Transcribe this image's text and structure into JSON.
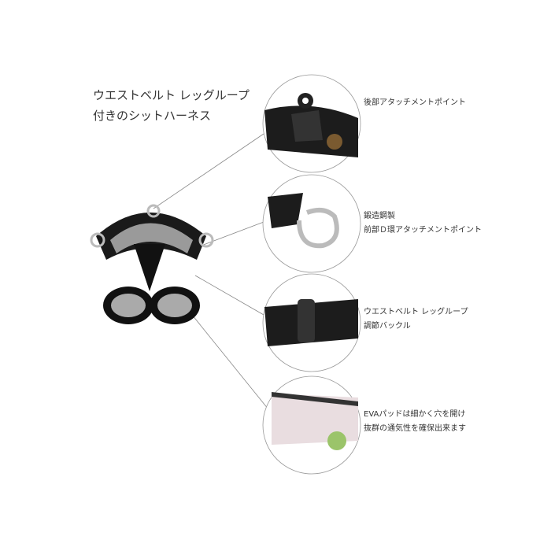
{
  "title": {
    "line1": "ウエストベルト レッグループ",
    "line2": "付きのシットハーネス"
  },
  "callouts": [
    {
      "lines": [
        "後部アタッチメントポイント"
      ]
    },
    {
      "lines": [
        "鍛造鋼製",
        "前部Ｄ環アタッチメントポイント"
      ]
    },
    {
      "lines": [
        "ウエストベルト レッグループ",
        "調節バックル"
      ]
    },
    {
      "lines": [
        "EVAパッドは細かく穴を開け",
        "抜群の通気性を確保出来ます"
      ]
    }
  ]
}
